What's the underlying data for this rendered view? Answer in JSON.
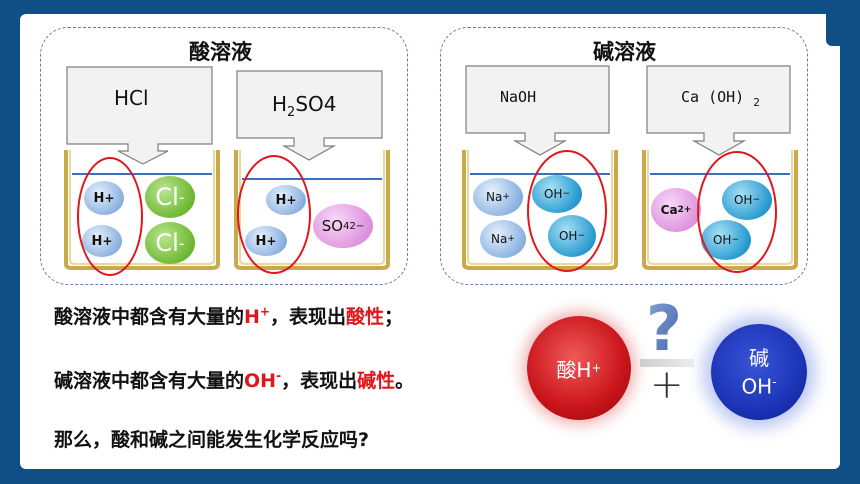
{
  "acid_panel": {
    "title": "酸溶液",
    "beakers": [
      {
        "label": "HCl",
        "ions": {
          "h_top": "H",
          "h_bottom": "H",
          "h_charge": "+",
          "cl": "Cl",
          "cl_charge": "-"
        }
      },
      {
        "label_main": "H",
        "label_sub": "2",
        "label_rest": "SO4",
        "ions": {
          "h_top": "H",
          "h_bottom": "H",
          "h_charge": "+",
          "so4": "SO",
          "so4_sub": "4",
          "so4_charge": "2−"
        }
      }
    ]
  },
  "base_panel": {
    "title": "碱溶液",
    "beakers": [
      {
        "label": "NaOH",
        "ions": {
          "na": "Na",
          "na_charge": "+",
          "oh_top": "OH",
          "oh_bottom": "OH",
          "oh_charge": "−"
        }
      },
      {
        "label": "Ca (OH) ",
        "label_sub": "2",
        "ions": {
          "ca": "Ca",
          "ca_charge": "2+",
          "oh_top": "OH",
          "oh_bottom": "OH",
          "oh_charge": "−"
        }
      }
    ]
  },
  "statements": {
    "acid_pre": "酸溶液中都含有大量的",
    "acid_ion": "H",
    "acid_ion_charge": "+",
    "acid_mid": "，表现出",
    "acid_prop": "酸性",
    "acid_end": "；",
    "base_pre": "碱溶液中都含有大量的",
    "base_ion": "OH",
    "base_ion_charge": "-",
    "base_mid": "，表现出",
    "base_prop": "碱性",
    "base_end": "。",
    "question": "那么，酸和碱之间能发生化学反应吗?"
  },
  "reaction": {
    "acid_label": "酸H",
    "acid_charge": "+",
    "plus": "+",
    "base_label_top": "碱",
    "base_label_bottom": "OH",
    "base_charge": "-",
    "question_mark": "?"
  },
  "colors": {
    "background": "#0f4f86",
    "highlight_red": "#e0161d",
    "beaker_outline": "#c9a94a",
    "liquid_line": "#3a6fc2"
  }
}
